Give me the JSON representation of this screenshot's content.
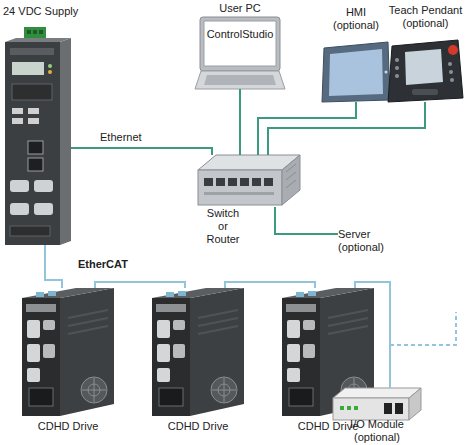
{
  "diagram": {
    "nodes": [
      {
        "text": [
          "24 VDC Supply"
        ]
      },
      {
        "text": [
          "User PC",
          "ControlStudio"
        ]
      },
      {
        "text": [
          "HMI (optional)"
        ]
      },
      {
        "text": [
          "Teach Pendant (optional)"
        ]
      },
      {
        "text": [
          "Switch or Router"
        ]
      },
      {
        "text": [
          "Server (optional)"
        ]
      },
      {
        "text": [
          "CDHD Drive"
        ]
      },
      {
        "text": [
          "CDHD Drive"
        ]
      },
      {
        "text": [
          "CDHD Drive"
        ]
      },
      {
        "text": [
          "I/O Module (optional)"
        ]
      }
    ],
    "edges": [
      {
        "from": 0,
        "to": 4,
        "label": "Ethernet",
        "arrow": "none"
      },
      {
        "from": 4,
        "to": 1,
        "arrow": "none"
      },
      {
        "from": 4,
        "to": 2,
        "arrow": "none"
      },
      {
        "from": 4,
        "to": 3,
        "arrow": "none"
      },
      {
        "from": 4,
        "to": 5,
        "arrow": "none"
      },
      {
        "from": 0,
        "to": 6,
        "label": "EtherCAT",
        "arrow": "none"
      },
      {
        "from": 6,
        "to": 7,
        "arrow": "none"
      },
      {
        "from": 7,
        "to": 8,
        "arrow": "none"
      },
      {
        "from": 8,
        "to": 9,
        "arrow": "none"
      }
    ]
  }
}
